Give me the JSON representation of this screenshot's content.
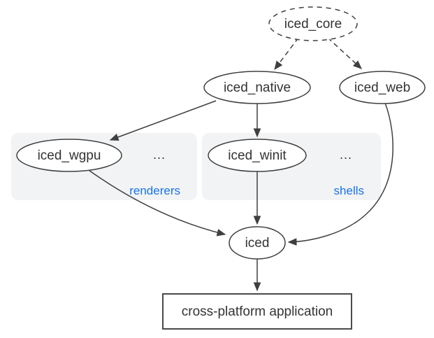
{
  "diagram": {
    "type": "dependency-graph",
    "nodes": {
      "iced_core": {
        "label": "iced_core",
        "shape": "ellipse",
        "border": "dashed"
      },
      "iced_native": {
        "label": "iced_native",
        "shape": "ellipse",
        "border": "solid"
      },
      "iced_web": {
        "label": "iced_web",
        "shape": "ellipse",
        "border": "solid"
      },
      "iced_wgpu": {
        "label": "iced_wgpu",
        "shape": "ellipse",
        "border": "solid"
      },
      "iced_winit": {
        "label": "iced_winit",
        "shape": "ellipse",
        "border": "solid"
      },
      "iced": {
        "label": "iced",
        "shape": "ellipse",
        "border": "solid"
      },
      "application": {
        "label": "cross-platform application",
        "shape": "rectangle",
        "border": "solid"
      }
    },
    "groups": [
      {
        "label": "renderers",
        "ellipsis": "...",
        "members": [
          "iced_wgpu"
        ]
      },
      {
        "label": "shells",
        "ellipsis": "...",
        "members": [
          "iced_winit"
        ]
      }
    ],
    "edges": [
      {
        "from": "iced_core",
        "to": "iced_native",
        "style": "dashed"
      },
      {
        "from": "iced_core",
        "to": "iced_web",
        "style": "dashed"
      },
      {
        "from": "iced_native",
        "to": "iced_wgpu",
        "style": "solid"
      },
      {
        "from": "iced_native",
        "to": "iced_winit",
        "style": "solid"
      },
      {
        "from": "iced_wgpu",
        "to": "iced",
        "style": "solid"
      },
      {
        "from": "iced_winit",
        "to": "iced",
        "style": "solid"
      },
      {
        "from": "iced_web",
        "to": "iced",
        "style": "solid"
      },
      {
        "from": "iced",
        "to": "application",
        "style": "solid"
      }
    ],
    "colors": {
      "accent": "#1a73e8",
      "stroke": "#3f3f3f",
      "text": "#333333",
      "group_fill": "#f1f3f5",
      "node_fill": "#ffffff",
      "background": "#ffffff"
    }
  }
}
